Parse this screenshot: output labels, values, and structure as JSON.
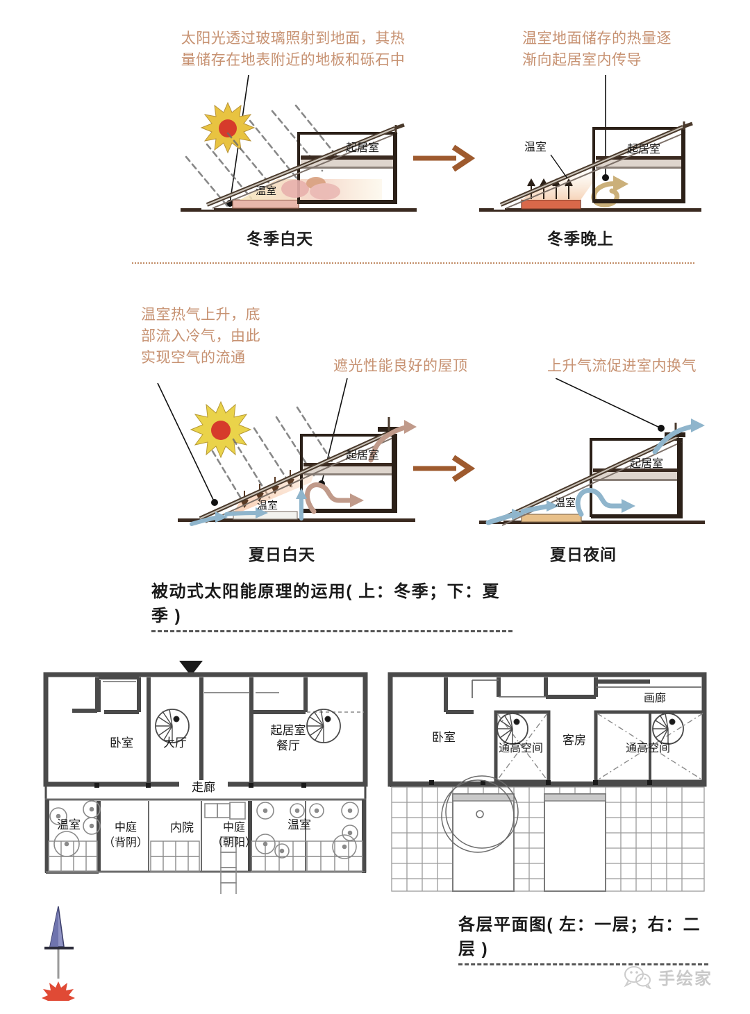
{
  "page": {
    "accent_brown": "#9e5a2e",
    "anno_color": "#c79272",
    "divider_color": "#c08a63"
  },
  "winter": {
    "anno_left": "太阳光透过玻璃照射到地面，其热\n量储存在地表附近的地板和砾石中",
    "anno_right": "温室地面储存的热量逐\n渐向起居室内传导",
    "day": {
      "caption": "冬季白天",
      "room_living": "起居室",
      "room_green": "温室"
    },
    "night": {
      "caption": "冬季晚上",
      "room_living": "起居室",
      "room_green": "温室"
    }
  },
  "summer": {
    "anno_left": "温室热气上升，底\n部流入冷气，由此\n实现空气的流通",
    "anno_mid": "遮光性能良好的屋顶",
    "anno_right": "上升气流促进室内换气",
    "day": {
      "caption": "夏日白天",
      "room_living": "起居室",
      "room_green": "温室"
    },
    "night": {
      "caption": "夏日夜间",
      "room_living": "起居室",
      "room_green": "温室"
    }
  },
  "captions": {
    "solar": "被动式太阳能原理的运用( 上：冬季；下：夏季 )",
    "plans": "各层平面图( 左：一层；右：二层 )"
  },
  "plan_first": {
    "rooms": [
      {
        "key": "bedroom",
        "label": "卧室"
      },
      {
        "key": "hall",
        "label": "大厅"
      },
      {
        "key": "living",
        "label": "起居室\n餐厅"
      },
      {
        "key": "corridor",
        "label": "走廊"
      },
      {
        "key": "green_l",
        "label": "温室"
      },
      {
        "key": "court_n",
        "label": "中庭\n（背阴）"
      },
      {
        "key": "court_in",
        "label": "内院"
      },
      {
        "key": "court_s",
        "label": "中庭\n（朝阳）"
      },
      {
        "key": "green_r",
        "label": "温室"
      }
    ]
  },
  "plan_second": {
    "rooms": [
      {
        "key": "bedroom",
        "label": "卧室"
      },
      {
        "key": "void_l",
        "label": "通高空间"
      },
      {
        "key": "guest",
        "label": "客房"
      },
      {
        "key": "void_r",
        "label": "通高空间"
      },
      {
        "key": "gallery",
        "label": "画廊"
      }
    ]
  },
  "watermark": {
    "text": "手绘家"
  }
}
